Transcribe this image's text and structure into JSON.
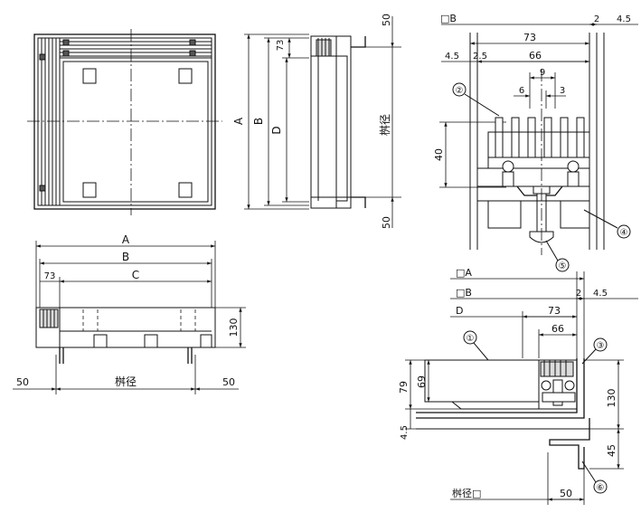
{
  "labels": {
    "A": "A",
    "B": "B",
    "C": "C",
    "D": "D",
    "sq_A": "□A",
    "sq_B": "□B",
    "pit_size": "桝径",
    "pit_size_sq": "桝径□"
  },
  "dims": {
    "d50": "50",
    "d73": "73",
    "d130": "130",
    "d2": "2",
    "d4_5": "4.5",
    "d2_5": "2.5",
    "d66": "66",
    "d9": "9",
    "d6": "6",
    "d3": "3",
    "d40": "40",
    "d79": "79",
    "d69": "69",
    "d45": "45"
  },
  "balloons": {
    "b1": "①",
    "b2": "②",
    "b3": "③",
    "b4": "④",
    "b5": "⑤",
    "b6": "⑥"
  }
}
